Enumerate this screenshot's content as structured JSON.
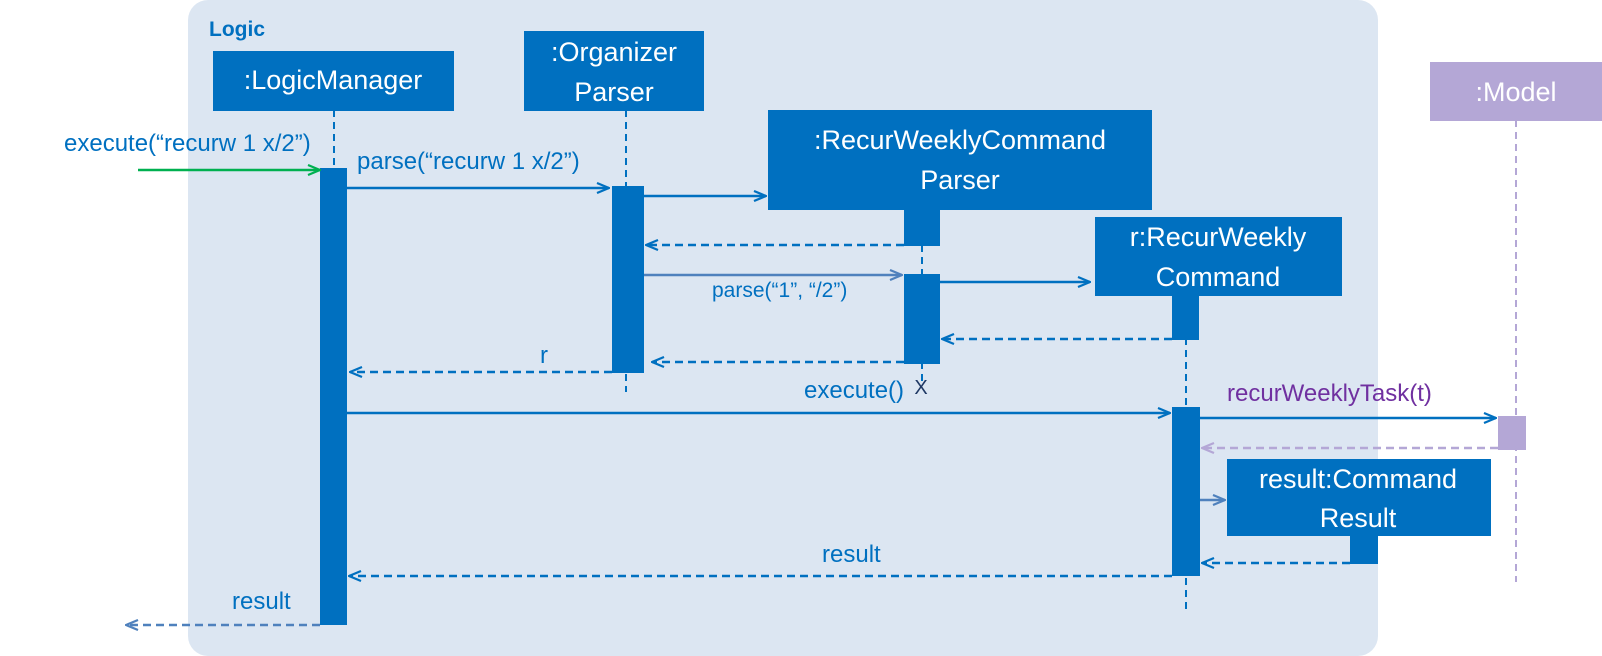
{
  "frame": {
    "label": "Logic"
  },
  "participants": {
    "logic_manager": {
      "line1": ":LogicManager",
      "line2": ""
    },
    "organizer_parser": {
      "line1": ":Organizer",
      "line2": "Parser"
    },
    "recur_weekly_command_parser": {
      "line1": ":RecurWeeklyCommand",
      "line2": "Parser"
    },
    "recur_weekly_command": {
      "line1": "r:RecurWeekly",
      "line2": "Command"
    },
    "command_result": {
      "line1": "result:Command",
      "line2": "Result"
    },
    "model": {
      "line1": ":Model",
      "line2": ""
    }
  },
  "messages": {
    "execute_input": "execute(“recurw 1 x/2”)",
    "parse_input": "parse(“recurw 1 x/2”)",
    "parse_args": "parse(“1”, “/2”)",
    "return_r": "r",
    "destroy_marker": "X",
    "execute_call": "execute()",
    "recur_weekly_task": "recurWeeklyTask(t)",
    "return_result_inner": "result",
    "return_result_outer": "result"
  },
  "colors": {
    "frame_bg": "#dce6f2",
    "box": "#0070c0",
    "text_blue": "#0070c0",
    "arrow_steel": "#4f81bd",
    "found_arrow": "#00b050",
    "model_box": "#b4a7d6",
    "model_text": "#7030a0",
    "model_return": "#b4a7d6"
  }
}
